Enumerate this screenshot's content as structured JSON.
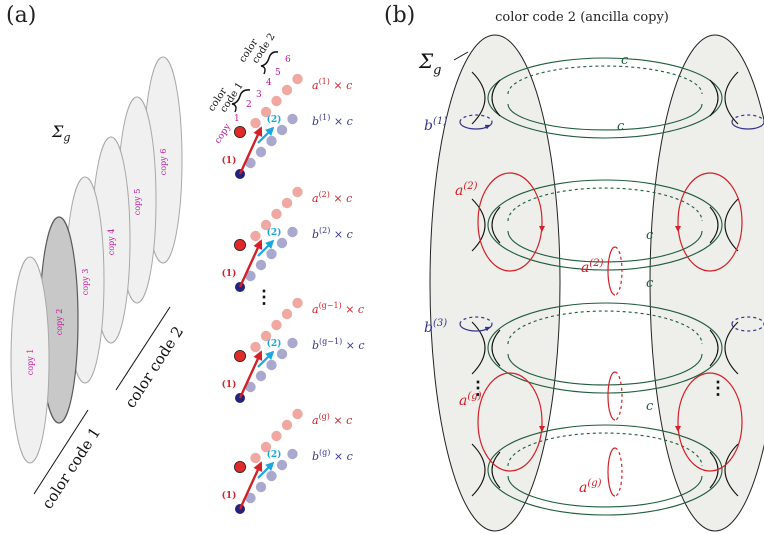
{
  "panel_a": {
    "label": "(a)",
    "sigma": "Σ",
    "sigma_sub": "g",
    "copies": [
      "copy 1",
      "copy 2",
      "copy 3",
      "copy 4",
      "copy 5",
      "copy 6"
    ],
    "group1": "color code 1",
    "group2": "color code 2",
    "lattice_legend": {
      "cc1_line1": "color",
      "cc1_line2": "code 1",
      "cc2_line1": "color",
      "cc2_line2": "code 2",
      "copy_word": "copy",
      "nums": [
        "1",
        "2",
        "3",
        "4",
        "5",
        "6"
      ]
    },
    "rows": [
      {
        "a_base": "a",
        "a_sup": "(1)",
        "b_base": "b",
        "b_sup": "(1)",
        "times_c": "× c"
      },
      {
        "a_base": "a",
        "a_sup": "(2)",
        "b_base": "b",
        "b_sup": "(2)",
        "times_c": "× c"
      },
      {
        "a_base": "a",
        "a_sup": "(g−1)",
        "b_base": "b",
        "b_sup": "(g−1)",
        "times_c": "× c"
      },
      {
        "a_base": "a",
        "a_sup": "(g)",
        "b_base": "b",
        "b_sup": "(g)",
        "times_c": "× c"
      }
    ],
    "arrow_labels": {
      "one": "(1)",
      "two": "(2)"
    },
    "dots": "⋮"
  },
  "panel_b": {
    "label": "(b)",
    "title": "color code 2 (ancilla copy)",
    "sigma": "Σ",
    "sigma_sub": "g",
    "c": "c",
    "a2": {
      "base": "a",
      "sup": "(2)"
    },
    "ag": {
      "base": "a",
      "sup": "(g)"
    },
    "b1": {
      "base": "b",
      "sup": "(1)"
    },
    "b3": {
      "base": "b",
      "sup": "(3)"
    },
    "dots": "⋮"
  },
  "colors": {
    "red": "#d4202a",
    "blue_arrow": "#1aa7e0",
    "navy": "#35338a",
    "green": "#1f5d3c",
    "magenta": "#c0189b",
    "pink_dot": "#f0a8a2",
    "lav_dot": "#a9a9cf"
  }
}
